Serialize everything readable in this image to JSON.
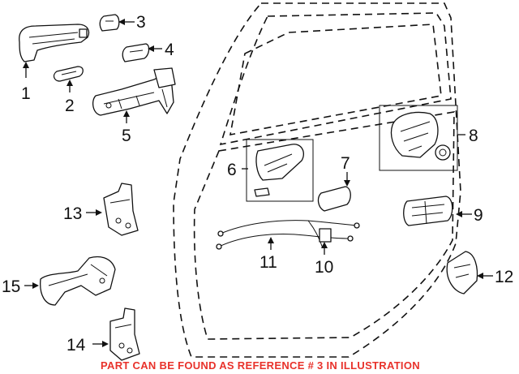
{
  "colors": {
    "line": "#111111",
    "background": "#ffffff",
    "notice": "#e8322b"
  },
  "callouts": {
    "p1": "1",
    "p2": "2",
    "p3": "3",
    "p4": "4",
    "p5": "5",
    "p6": "6",
    "p7": "7",
    "p8": "8",
    "p9": "9",
    "p10": "10",
    "p11": "11",
    "p12": "12",
    "p13": "13",
    "p14": "14",
    "p15": "15"
  },
  "notice": "PART CAN BE FOUND AS REFERENCE # 3 IN ILLUSTRATION"
}
